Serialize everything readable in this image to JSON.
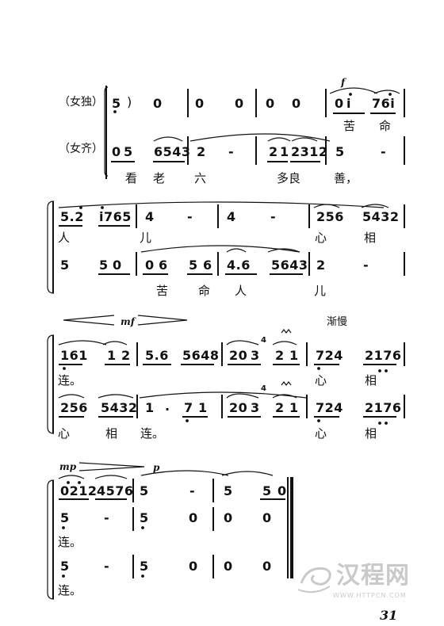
{
  "parts": {
    "solo": "（女独）",
    "chorus": "（女齐）"
  },
  "dynamics": {
    "f": "f",
    "mf": "mf",
    "mp": "mp",
    "p": "p",
    "rit": "渐慢"
  },
  "system1": {
    "solo": [
      "5",
      ")",
      "0",
      "0",
      "0",
      "0",
      "0",
      "0",
      "i",
      "76i"
    ],
    "solo_lyrics": [
      "苦",
      "命"
    ],
    "chorus": [
      "0",
      "5",
      "6543",
      "2",
      "-",
      "2",
      "1",
      "2312",
      "5",
      "-"
    ],
    "chorus_lyrics": [
      "看",
      "老",
      "六",
      "多良",
      "善，"
    ]
  },
  "system2": {
    "top": [
      "5.2",
      "i765",
      "4",
      "-",
      "4",
      "-",
      "256",
      "5432"
    ],
    "top_lyrics": [
      "人",
      "儿",
      "心",
      "相"
    ],
    "bottom": [
      "5",
      "5",
      "0",
      "0",
      "6",
      "5",
      "6",
      "4.6",
      "5643",
      "2",
      "-"
    ],
    "bottom_lyrics": [
      "苦",
      "命",
      "人",
      "儿"
    ]
  },
  "system3": {
    "grace": "4",
    "top": [
      "161",
      "1",
      "2",
      "5.6",
      "5648",
      "20",
      "3",
      "2",
      "1",
      "724",
      "2176"
    ],
    "top_lyrics": [
      "连。",
      "心",
      "相"
    ],
    "bottom": [
      "256",
      "5432",
      "1",
      ".",
      "7",
      "1",
      "20",
      "3",
      "2",
      "1",
      "724",
      "2176"
    ],
    "bottom_lyrics": [
      "心",
      "相",
      "连。",
      "心",
      "相"
    ]
  },
  "system4": {
    "top": [
      "0212",
      "4576",
      "5",
      "-",
      "5",
      "5",
      "0"
    ],
    "middle": [
      "5",
      "-",
      "5",
      "0",
      "0",
      "0"
    ],
    "middle_lyrics": [
      "连。"
    ],
    "bottom": [
      "5",
      "-",
      "5",
      "0",
      "0",
      "0"
    ],
    "bottom_lyrics": [
      "连。"
    ]
  },
  "page_number": "31",
  "watermark": {
    "name": "汉程网",
    "url": "WWW.HTTPCN.COM"
  }
}
